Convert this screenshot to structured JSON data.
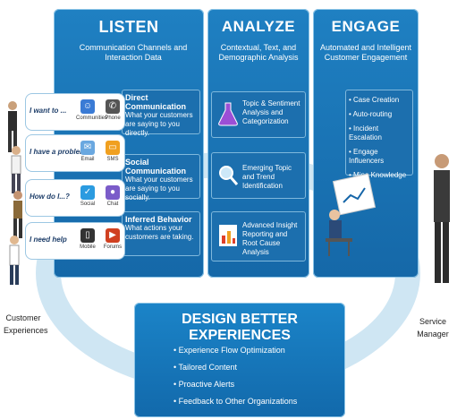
{
  "columns": {
    "listen": {
      "title": "LISTEN",
      "subtitle": "Communication Channels and Interaction Data",
      "items": [
        {
          "head": "Direct Communication",
          "body": "What your customers are saying to you directly."
        },
        {
          "head": "Social Communication",
          "body": "What your customers are saying to you socially."
        },
        {
          "head": "Inferred Behavior",
          "body": "What actions your customers are taking."
        }
      ]
    },
    "analyze": {
      "title": "ANALYZE",
      "subtitle": "Contextual, Text, and Demographic Analysis",
      "items": [
        {
          "text": "Topic & Sentiment Analysis and Categorization",
          "icon": "flask-icon"
        },
        {
          "text": "Emerging Topic and Trend Identification",
          "icon": "magnifier-icon"
        },
        {
          "text": "Advanced Insight Reporting and Root Cause Analysis",
          "icon": "report-icon"
        }
      ]
    },
    "engage": {
      "title": "ENGAGE",
      "subtitle": "Automated and Intelligent Customer Engagement",
      "bullets": [
        "Case Creation",
        "Auto-routing",
        "Incident Escalation",
        "Engage Influencers",
        "Mine Knowledge"
      ]
    }
  },
  "bubbles": [
    {
      "text": "I want to ...",
      "channels": [
        {
          "label": "Communities",
          "icon": "communities-icon",
          "color": "#3a7bd5"
        },
        {
          "label": "Phone",
          "icon": "phone-icon",
          "color": "#555555"
        }
      ]
    },
    {
      "text": "I have a problem",
      "channels": [
        {
          "label": "Email",
          "icon": "email-icon",
          "color": "#6aa8e0"
        },
        {
          "label": "SMS",
          "icon": "sms-icon",
          "color": "#f0a020"
        }
      ]
    },
    {
      "text": "How do I...?",
      "channels": [
        {
          "label": "Social",
          "icon": "social-icon",
          "color": "#2b9be0"
        },
        {
          "label": "Chat",
          "icon": "chat-icon",
          "color": "#7b5cc9"
        }
      ]
    },
    {
      "text": "I need help",
      "channels": [
        {
          "label": "Mobile",
          "icon": "mobile-icon",
          "color": "#333333"
        },
        {
          "label": "Forums",
          "icon": "forums-icon",
          "color": "#d04020"
        }
      ]
    }
  ],
  "bottom": {
    "title": "DESIGN BETTER EXPERIENCES",
    "bullets": [
      "Experience Flow Optimization",
      "Tailored Content",
      "Proactive Alerts",
      "Feedback to Other Organizations"
    ]
  },
  "labels": {
    "customer": "Customer Experiences",
    "manager": "Service Manager"
  }
}
